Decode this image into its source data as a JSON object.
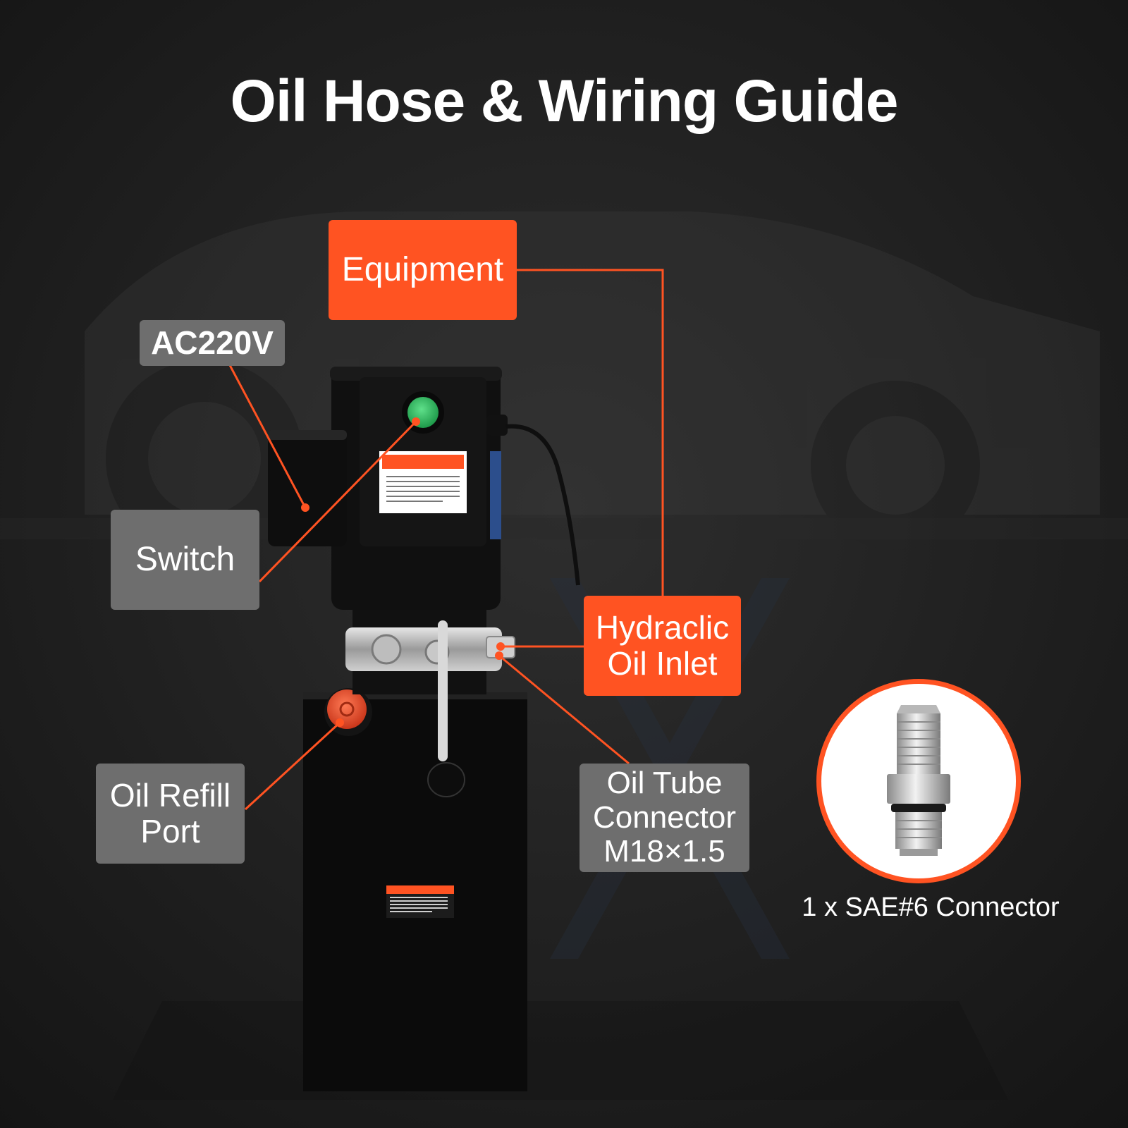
{
  "title": "Oil Hose & Wiring Guide",
  "labels": {
    "equipment": "Equipment",
    "ac220v": "AC220V",
    "switch": "Switch",
    "hydraulic_inlet_line1": "Hydraclic",
    "hydraulic_inlet_line2": "Oil Inlet",
    "oil_refill_line1": "Oil Refill",
    "oil_refill_line2": "Port",
    "oil_tube_line1": "Oil Tube",
    "oil_tube_line2": "Connector",
    "oil_tube_line3": "M18×1.5"
  },
  "connector_caption": "1 x SAE#6 Connector",
  "colors": {
    "accent": "#ff5322",
    "label_gray": "#6e6e6e",
    "background": "#1e1e1e"
  }
}
